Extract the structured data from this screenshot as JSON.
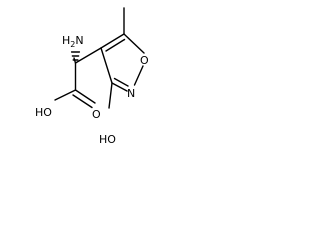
{
  "molecule": {
    "atoms": {
      "amine": {
        "symbol": "H",
        "subscript": "2",
        "suffix": "N"
      },
      "acid_oh": "HO",
      "acid_o": "O",
      "ring_o": "O",
      "ring_n": "N",
      "ring_oh": "HO"
    }
  },
  "colors": {
    "ink": "#000000",
    "background": "#ffffff"
  }
}
